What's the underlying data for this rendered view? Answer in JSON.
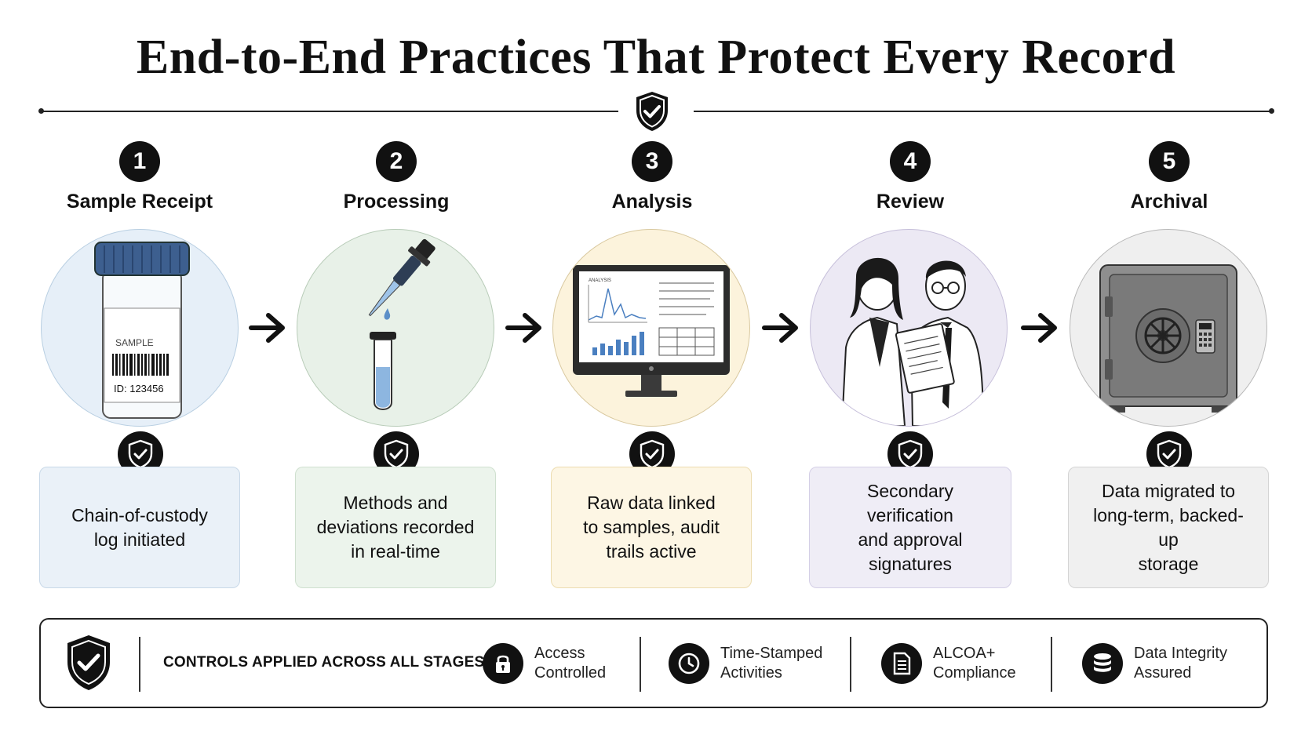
{
  "title": "End-to-End Practices That Protect Every Record",
  "steps": [
    {
      "num": "1",
      "label": "Sample Receipt",
      "desc_1": "Chain-of-custody",
      "desc_2": "log initiated",
      "desc_3": "",
      "bg": "#eaf1f8",
      "border": "#c8d8e8"
    },
    {
      "num": "2",
      "label": "Processing",
      "desc_1": "Methods and",
      "desc_2": "deviations recorded",
      "desc_3": "in real-time",
      "bg": "#ecf4ec",
      "border": "#cfe0cf"
    },
    {
      "num": "3",
      "label": "Analysis",
      "desc_1": "Raw data linked",
      "desc_2": "to samples, audit",
      "desc_3": "trails active",
      "bg": "#fdf6e4",
      "border": "#ecdcb0"
    },
    {
      "num": "4",
      "label": "Review",
      "desc_1": "Secondary verification",
      "desc_2": "and approval",
      "desc_3": "signatures",
      "bg": "#efedf6",
      "border": "#d4cfe6"
    },
    {
      "num": "5",
      "label": "Archival",
      "desc_1": "Data migrated to",
      "desc_2": "long-term, backed-up",
      "desc_3": "storage",
      "bg": "#f0f0f0",
      "border": "#d4d4d4"
    }
  ],
  "jar": {
    "label": "SAMPLE",
    "id": "ID: 123456"
  },
  "monitor": {
    "header": "ANALYSIS"
  },
  "controls": {
    "title": "CONTROLS APPLIED ACROSS ALL STAGES:",
    "items": [
      {
        "line1": "Access",
        "line2": "Controlled",
        "icon": "lock-icon"
      },
      {
        "line1": "Time-Stamped",
        "line2": "Activities",
        "icon": "clock-icon"
      },
      {
        "line1": "ALCOA+",
        "line2": "Compliance",
        "icon": "document-icon"
      },
      {
        "line1": "Data Integrity",
        "line2": "Assured",
        "icon": "database-icon"
      }
    ]
  }
}
